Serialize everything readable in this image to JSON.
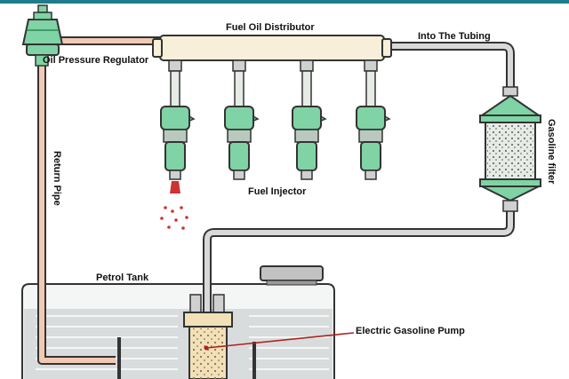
{
  "diagram": {
    "labels": {
      "fuel_oil_distributor": "Fuel Oil Distributor",
      "into_the_tubing": "Into The Tubing",
      "oil_pressure_regulator": "Oil Pressure Regulator",
      "return_pipe": "Return Pipe",
      "gasoline_filter": "Gasoline filter",
      "fuel_injector": "Fuel Injector",
      "petrol_tank": "Petrol Tank",
      "electric_gasoline_pump": "Electric Gasoline Pump"
    },
    "colors": {
      "outline": "#333333",
      "pipe_fill": "#d9d9d9",
      "return_pipe_fill": "#f2c9b3",
      "distributor_fill": "#f7efd9",
      "component_green": "#7fd3a4",
      "component_green_dark": "#2f8a57",
      "injector_gray": "#e6ebe6",
      "tank_liquid": "#d9dcdc",
      "pump_fill": "#f1e0b8",
      "spray": "#cc3333",
      "pointer": "#b02020",
      "accent_bar": "#1f7a8c"
    }
  }
}
